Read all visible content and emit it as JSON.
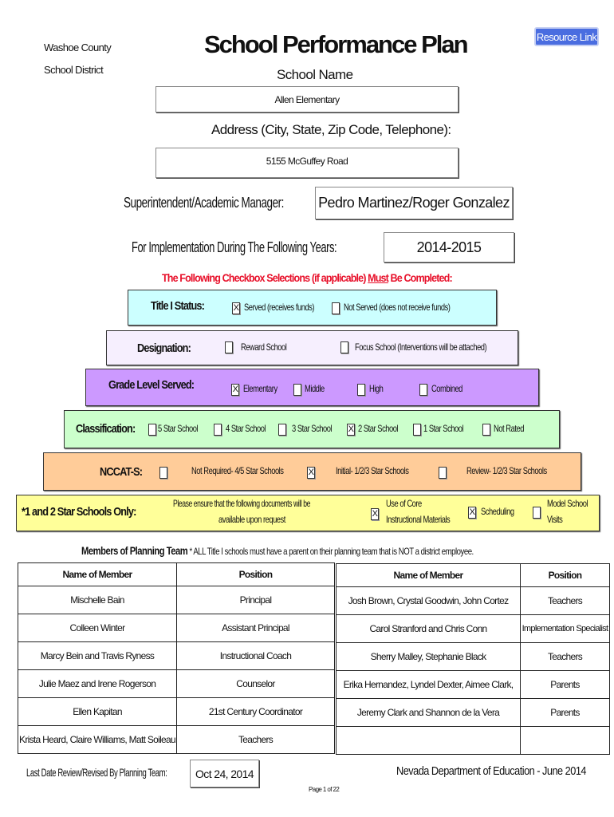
{
  "header": {
    "district_line1": "Washoe County",
    "district_line2": "School District",
    "title": "School Performance Plan",
    "resource_link": "Resource Link"
  },
  "school": {
    "name_label": "School Name",
    "name": "Allen Elementary",
    "address_label": "Address (City, State, Zip Code, Telephone):",
    "address": "5155 McGuffey Road",
    "superintendent_label": "Superintendent/Academic Manager:",
    "superintendent": "Pedro Martinez/Roger Gonzalez",
    "years_label": "For Implementation During The Following Years:",
    "years": "2014-2015"
  },
  "checkbox_heading": {
    "before": "The Following Checkbox Selections (if applicable) ",
    "must": "Must",
    "after": " Be Completed:"
  },
  "title1": {
    "label": "Title I Status:",
    "served": "Served   (receives funds)",
    "served_checked": true,
    "not_served": "Not Served   (does not receive funds)",
    "not_served_checked": false
  },
  "designation": {
    "label": "Designation:",
    "reward": "Reward School",
    "reward_checked": false,
    "focus": "Focus School   (Interventions will be attached)",
    "focus_checked": false
  },
  "grade": {
    "label": "Grade Level Served:",
    "options": [
      {
        "label": "Elementary",
        "checked": true
      },
      {
        "label": "Middle",
        "checked": false
      },
      {
        "label": "High",
        "checked": false
      },
      {
        "label": "Combined",
        "checked": false
      }
    ]
  },
  "classification": {
    "label": "Classification:",
    "options": [
      {
        "label": "5 Star School",
        "checked": false
      },
      {
        "label": "4 Star School",
        "checked": false
      },
      {
        "label": "3 Star School",
        "checked": false
      },
      {
        "label": "2 Star School",
        "checked": true
      },
      {
        "label": "1 Star School",
        "checked": false
      },
      {
        "label": "Not Rated",
        "checked": false
      }
    ]
  },
  "nccat": {
    "label": "NCCAT-S:",
    "options": [
      {
        "label": "Not Required- 4/5 Star Schools",
        "checked": false
      },
      {
        "label": "Initial- 1/2/3 Star Schools",
        "checked": true
      },
      {
        "label": "Review- 1/2/3 Star Schools",
        "checked": false
      }
    ]
  },
  "star12": {
    "label": "*1 and 2 Star Schools Only:",
    "note_line1": "Please ensure that the following documents will be",
    "note_line2": "available upon request",
    "core1": "Use of Core",
    "core2": "Instructional Materials",
    "core_checked": true,
    "scheduling": "Scheduling",
    "scheduling_checked": true,
    "model1": "Model School",
    "model2": "Visits",
    "model_checked": false
  },
  "team": {
    "heading": "Members of Planning Team",
    "note": "* ALL Title I schools must have a parent on their planning team that is NOT a district employee.",
    "col_name": "Name of Member",
    "col_position": "Position",
    "left": [
      [
        "Mischelle Bain",
        "Principal"
      ],
      [
        "Colleen Winter",
        "Assistant Principal"
      ],
      [
        "Marcy Bein and Travis Ryness",
        "Instructional Coach"
      ],
      [
        "Julie Maez and Irene Rogerson",
        "Counselor"
      ],
      [
        "Ellen Kapitan",
        "21st Century Coordinator"
      ],
      [
        "Krista Heard, Claire Williams, Matt Soileau",
        "Teachers"
      ]
    ],
    "right": [
      [
        "Josh Brown, Crystal Goodwin, John Cortez",
        "Teachers"
      ],
      [
        "Carol Stranford and Chris Conn",
        "Implementation Specialist"
      ],
      [
        "Sherry Malley, Stephanie Black",
        "Teachers"
      ],
      [
        "Erika Hernandez, Lyndel Dexter, Aimee Clark,",
        "Parents"
      ],
      [
        "Jeremy Clark and Shannon de la Vera",
        "Parents"
      ],
      [
        "",
        ""
      ]
    ]
  },
  "footer": {
    "review_label": "Last Date Review/Revised By Planning Team:",
    "review_date": "Oct 24, 2014",
    "agency": "Nevada Department of Education - June 2014",
    "page": "Page 1 of 22"
  }
}
